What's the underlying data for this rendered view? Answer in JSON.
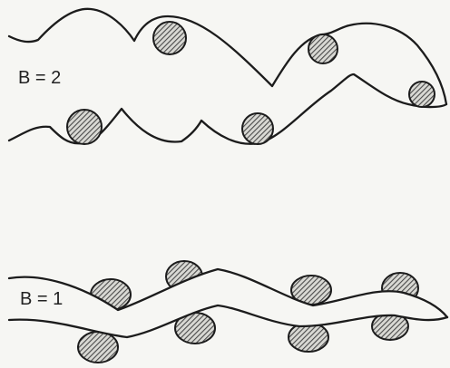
{
  "panels": [
    {
      "id": "b2",
      "label": "B = 2"
    },
    {
      "id": "b1",
      "label": "B = 1"
    }
  ],
  "colors": {
    "ink": "#1c1c1c",
    "paper": "#f6f6f3",
    "hatch": "#4a4a4a"
  }
}
